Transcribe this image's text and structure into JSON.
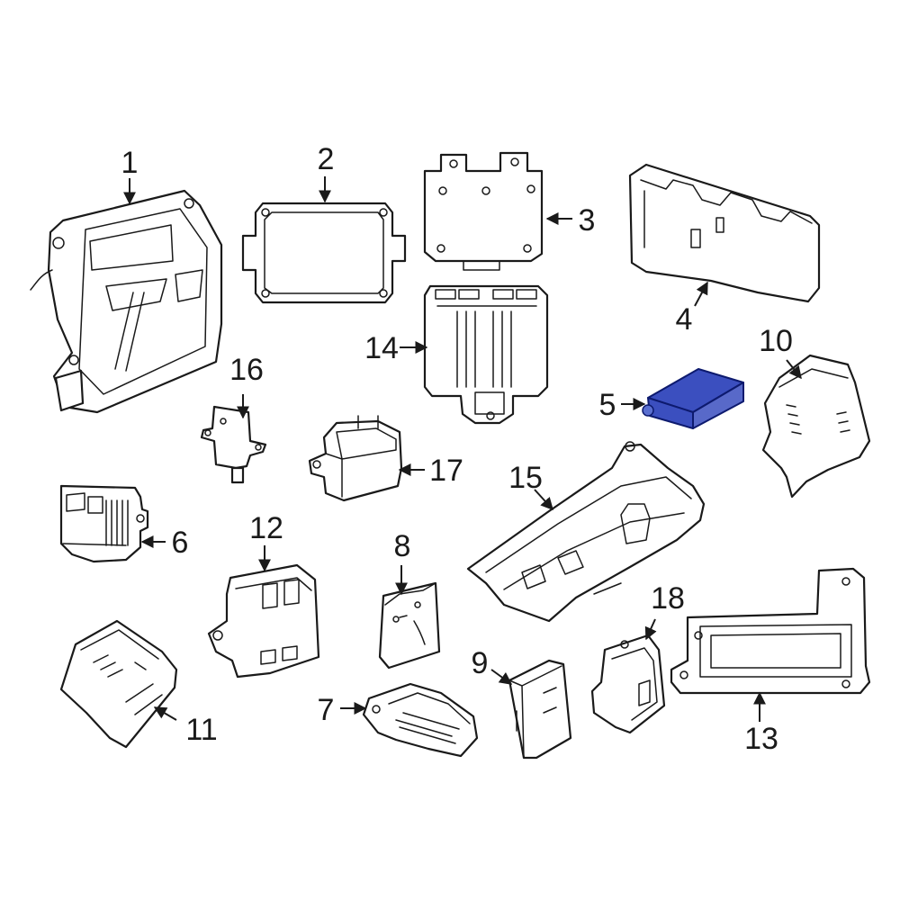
{
  "highlight": {
    "fill": "#3b4fbf",
    "stroke": "#0d1a6e"
  },
  "callouts": {
    "c1": "1",
    "c2": "2",
    "c3": "3",
    "c4": "4",
    "c5": "5",
    "c6": "6",
    "c7": "7",
    "c8": "8",
    "c9": "9",
    "c10": "10",
    "c11": "11",
    "c12": "12",
    "c13": "13",
    "c14": "14",
    "c15": "15",
    "c16": "16",
    "c17": "17",
    "c18": "18"
  }
}
